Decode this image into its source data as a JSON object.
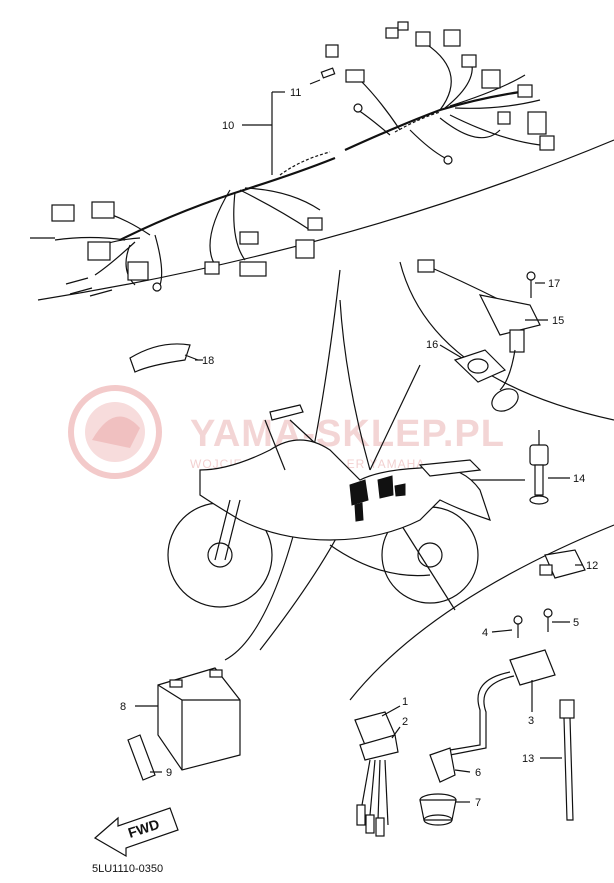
{
  "watermark": {
    "title": "YAMA-SKLEP.PL",
    "subtitle": "WOJCIECHOWICZ DEALER YAMAHA"
  },
  "diagram_code": "5LU1110-0350",
  "fwd_label": "FWD",
  "callouts": [
    "1",
    "2",
    "3",
    "4",
    "5",
    "6",
    "7",
    "8",
    "9",
    "10",
    "11",
    "12",
    "13",
    "14",
    "15",
    "16",
    "17",
    "18"
  ]
}
